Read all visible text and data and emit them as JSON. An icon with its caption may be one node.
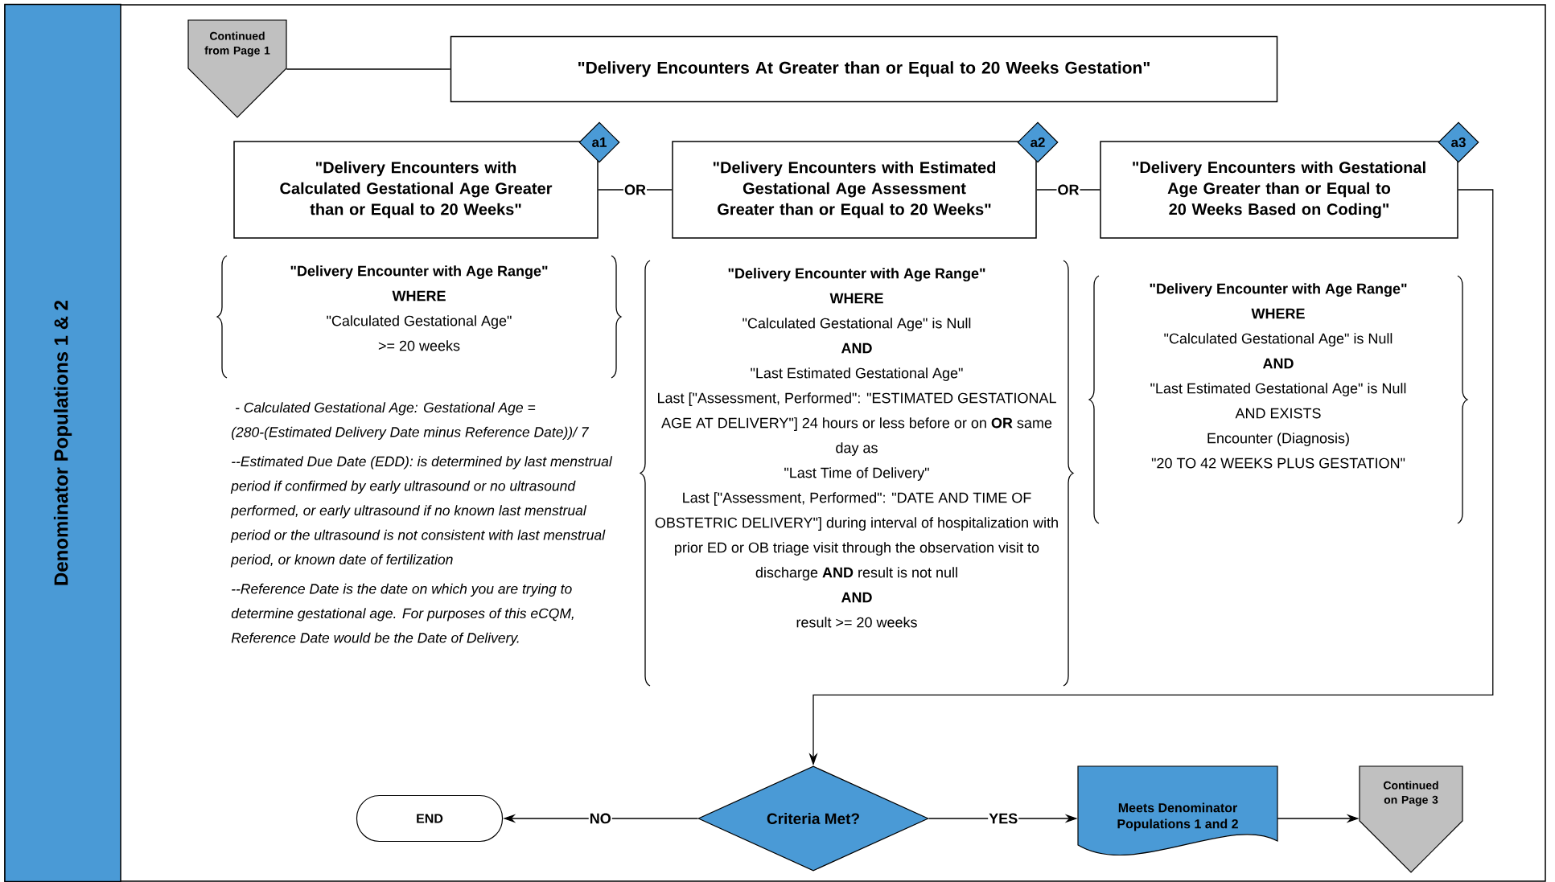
{
  "diagram": {
    "nodes": [
      {
        "text": [
          "Denominator Populations 1 & 2"
        ]
      },
      {
        "text": [
          "Continued from Page 1"
        ]
      },
      {
        "text": [
          "\"Delivery Encounters At Greater than or Equal to 20 Weeks Gestation\""
        ]
      },
      {
        "text": [
          "\"Delivery Encounters with Calculated Gestational Age Greater than or Equal to 20 Weeks\""
        ]
      },
      {
        "text": [
          "a1"
        ]
      },
      {
        "text": [
          "\"Delivery Encounters with Estimated Gestational Age Assessment Greater than or Equal to 20 Weeks\""
        ]
      },
      {
        "text": [
          "a2"
        ]
      },
      {
        "text": [
          "\"Delivery Encounters with Gestational Age Greater than or Equal to 20 Weeks Based on Coding\""
        ]
      },
      {
        "text": [
          "a3"
        ]
      },
      {
        "text": [
          "END"
        ]
      },
      {
        "text": [
          "Criteria Met?"
        ]
      },
      {
        "text": [
          "Meets Denominator Populations 1 and 2"
        ]
      },
      {
        "text": [
          "Continued on Page 3"
        ]
      }
    ],
    "edges": [
      {
        "from": 1,
        "to": 2,
        "arrow": "none"
      },
      {
        "from": 3,
        "to": 5,
        "arrow": "none",
        "label": "OR"
      },
      {
        "from": 5,
        "to": 7,
        "arrow": "none",
        "label": "OR"
      },
      {
        "from": 7,
        "to": 10,
        "arrow": "to"
      },
      {
        "from": 10,
        "to": 9,
        "arrow": "to",
        "label": "NO"
      },
      {
        "from": 10,
        "to": 11,
        "arrow": "to",
        "label": "YES"
      },
      {
        "from": 11,
        "to": 12,
        "arrow": "to"
      }
    ],
    "labels": [
      "\"Delivery Encounter with Age Range\"",
      "WHERE",
      "\"Calculated Gestational Age\"",
      ">= 20 weeks",
      "\"Delivery Encounter with Age Range\"",
      "WHERE",
      "\"Calculated Gestational Age\" is Null",
      "AND",
      "\"Last Estimated Gestational Age\"",
      "Last [\"Assessment, Performed\": \"ESTIMATED GESTATIONAL AGE AT DELIVERY\"] 24 hours or less before or on **OR** same day as",
      "\"Last Time of Delivery\"",
      "Last [\"Assessment, Performed\": \"DATE AND TIME OF OBSTETRIC DELIVERY\"] during interval of hospitalization with prior ED or OB triage visit through the observation visit to discharge **AND** result is not null",
      "AND",
      "result >= 20 weeks",
      "\"Delivery Encounter with Age Range\"",
      "WHERE",
      "\"Calculated Gestational Age\" is Null",
      "AND",
      "\"Last Estimated Gestational Age\" is Null",
      "AND EXISTS",
      "Encounter (Diagnosis)",
      "\"20 TO 42 WEEKS PLUS GESTATION\"",
      " - Calculated Gestational Age: Gestational Age = (280-(Estimated Delivery Date minus Reference Date))/ 7",
      "--Estimated Due Date (EDD): is determined by last menstrual period if confirmed by early ultrasound or no ultrasound performed, or early ultrasound if no known last menstrual period or the ultrasound is not consistent with last menstrual period, or known date of fertilization",
      "--Reference Date is the date on which you are trying to determine gestational age. For purposes of this eCQM, Reference Date would be the Date of Delivery."
    ]
  }
}
